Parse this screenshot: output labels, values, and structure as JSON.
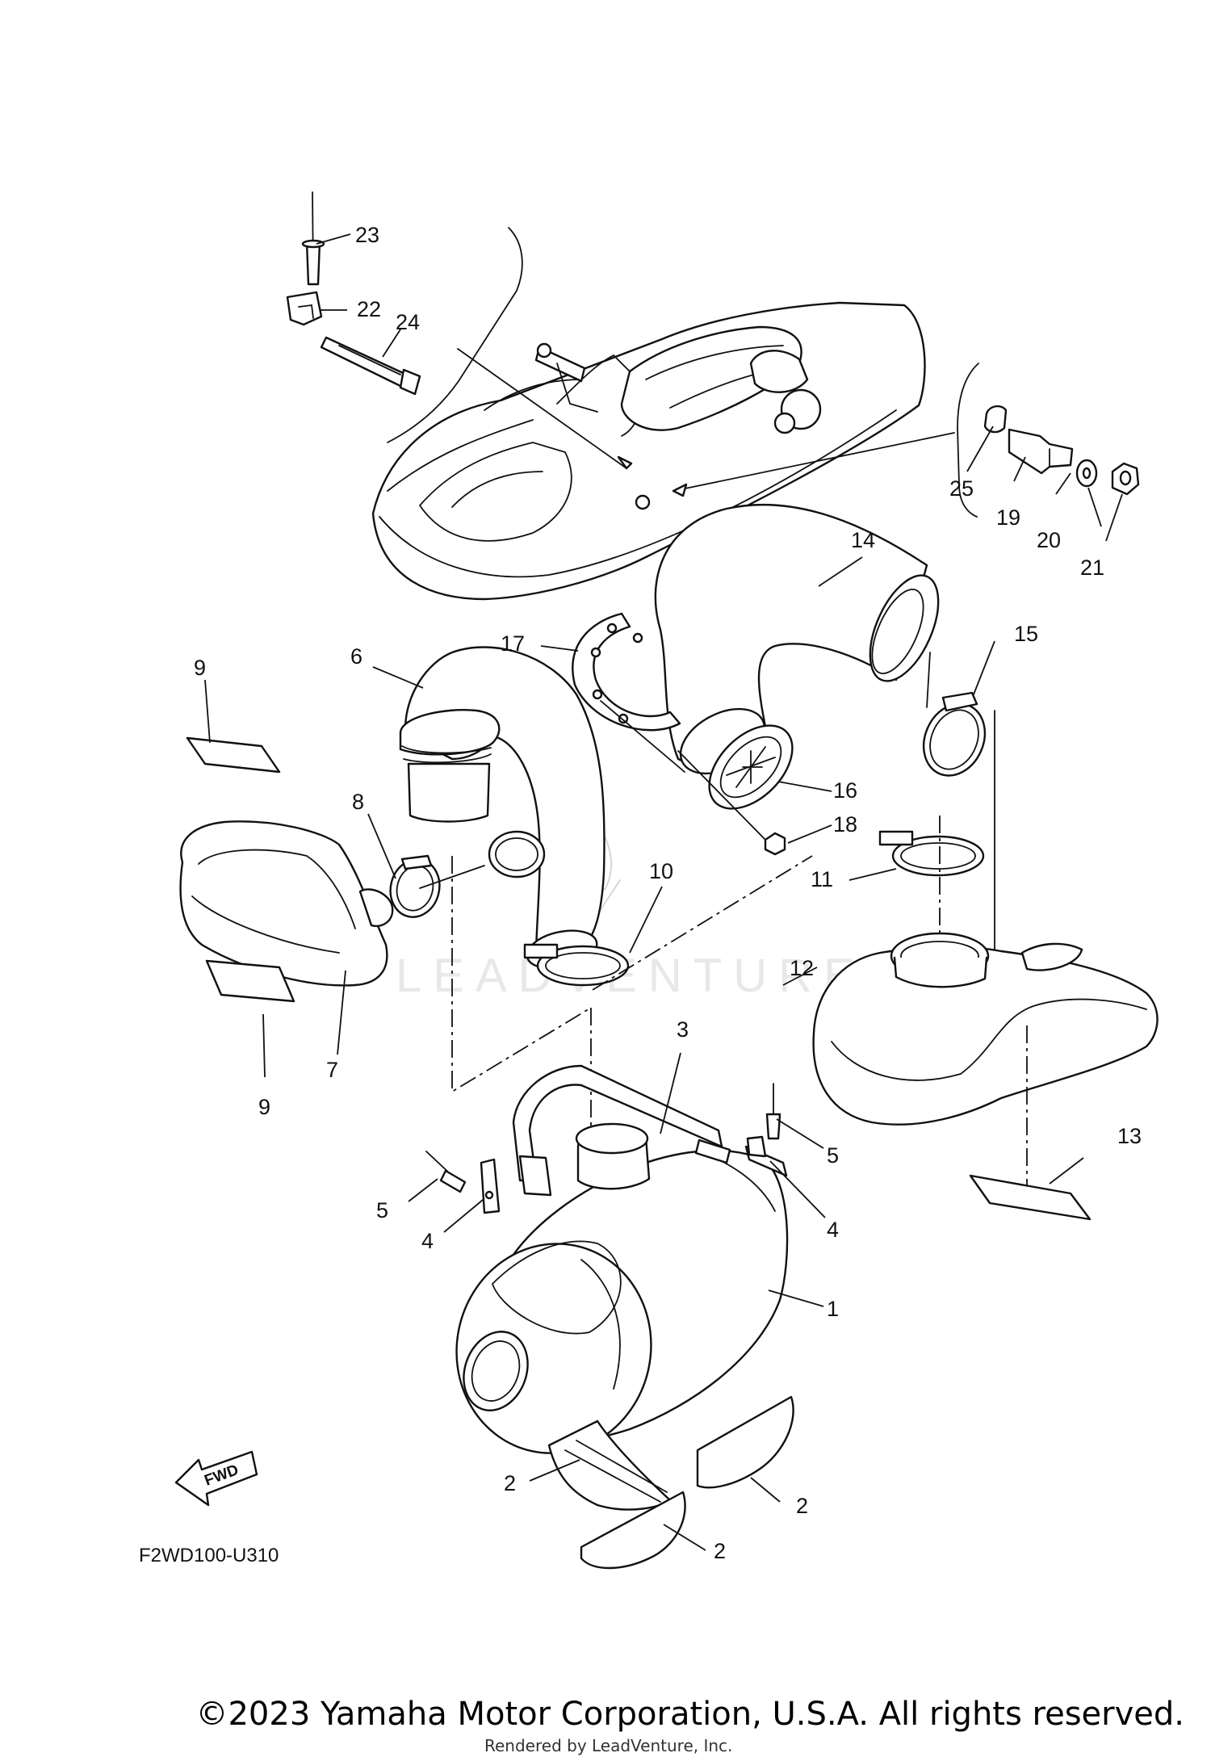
{
  "callouts": [
    {
      "id": "c1",
      "label": "1"
    },
    {
      "id": "c2a",
      "label": "2"
    },
    {
      "id": "c2b",
      "label": "2"
    },
    {
      "id": "c2c",
      "label": "2"
    },
    {
      "id": "c3",
      "label": "3"
    },
    {
      "id": "c4a",
      "label": "4"
    },
    {
      "id": "c4b",
      "label": "4"
    },
    {
      "id": "c5a",
      "label": "5"
    },
    {
      "id": "c5b",
      "label": "5"
    },
    {
      "id": "c6",
      "label": "6"
    },
    {
      "id": "c7",
      "label": "7"
    },
    {
      "id": "c8",
      "label": "8"
    },
    {
      "id": "c9a",
      "label": "9"
    },
    {
      "id": "c9b",
      "label": "9"
    },
    {
      "id": "c10",
      "label": "10"
    },
    {
      "id": "c11",
      "label": "11"
    },
    {
      "id": "c12",
      "label": "12"
    },
    {
      "id": "c13",
      "label": "13"
    },
    {
      "id": "c14",
      "label": "14"
    },
    {
      "id": "c15",
      "label": "15"
    },
    {
      "id": "c16",
      "label": "16"
    },
    {
      "id": "c17",
      "label": "17"
    },
    {
      "id": "c18",
      "label": "18"
    },
    {
      "id": "c19",
      "label": "19"
    },
    {
      "id": "c20",
      "label": "20"
    },
    {
      "id": "c21",
      "label": "21"
    },
    {
      "id": "c22",
      "label": "22"
    },
    {
      "id": "c23",
      "label": "23"
    },
    {
      "id": "c24",
      "label": "24"
    },
    {
      "id": "c25",
      "label": "25"
    }
  ],
  "fwd_label": "FWD",
  "diagram_code": "F2WD100-U310",
  "watermark": "LEADVENTURE",
  "copyright": "©2023 Yamaha Motor Corporation, U.S.A. All rights reserved.",
  "rendered_by": "Rendered by LeadVenture, Inc."
}
